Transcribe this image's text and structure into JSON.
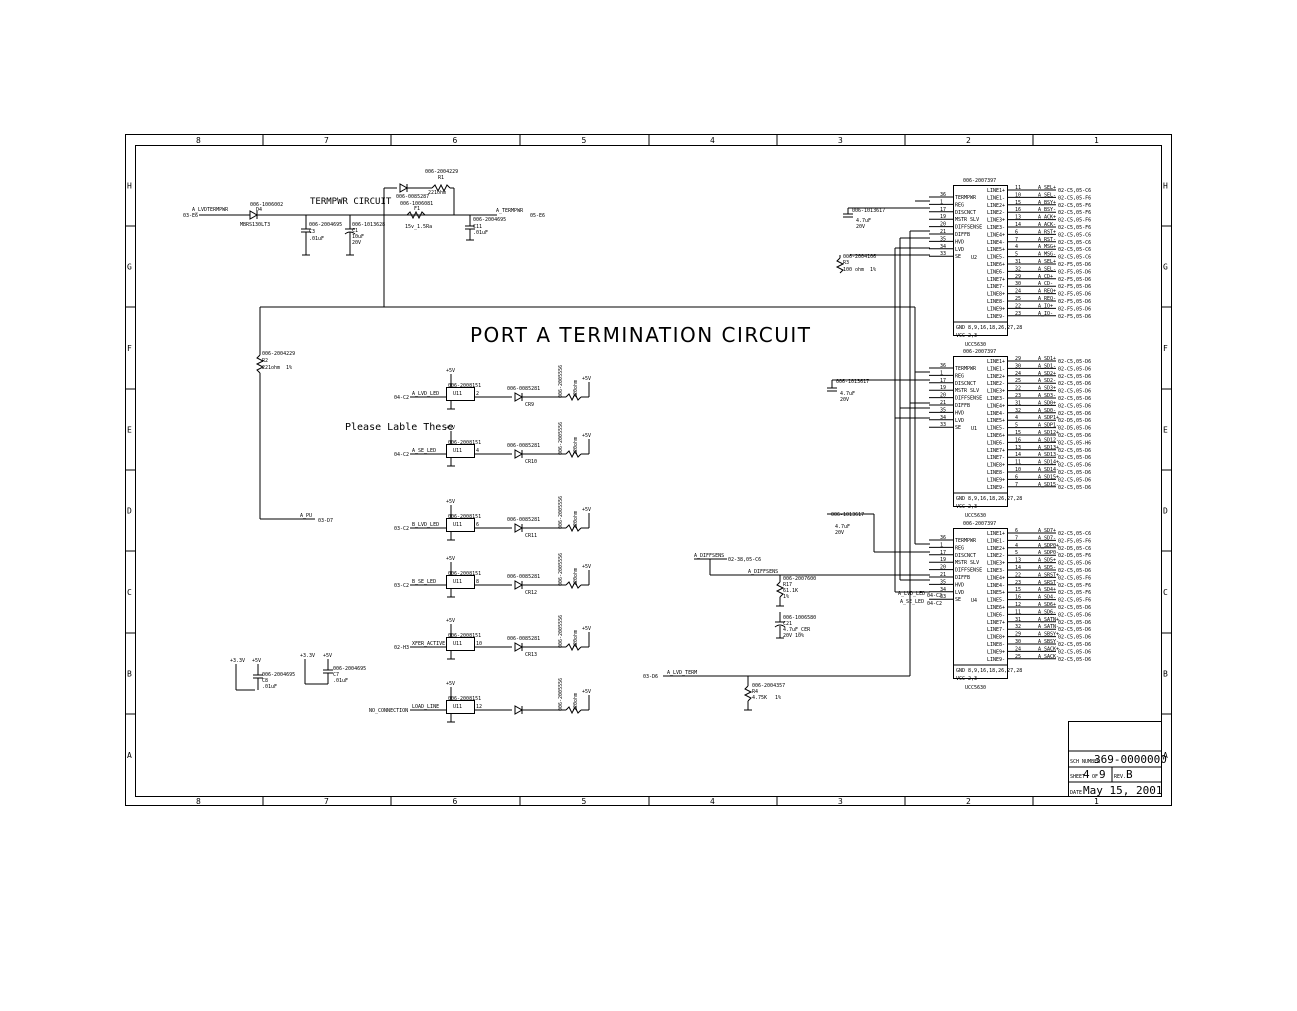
{
  "title": "PORT A TERMINATION CIRCUIT",
  "subtitle": "TERMPWR CIRCUIT",
  "note": "Please Lable These",
  "frame": {
    "columns": [
      "8",
      "7",
      "6",
      "5",
      "4",
      "3",
      "2",
      "1"
    ],
    "rows": [
      "H",
      "G",
      "F",
      "E",
      "D",
      "C",
      "B",
      "A"
    ]
  },
  "title_block": {
    "sch_label": "SCH NUMBER",
    "sch_number": "369-0000000",
    "sheet_label": "SHEET",
    "sheet": "4",
    "of_label": "OF",
    "of": "9",
    "rev_label": "REV.",
    "rev": "B",
    "date_label": "DATE",
    "date": "May 15, 2001"
  },
  "termpwr": {
    "net_in": "A_LVDTERMPWR",
    "net_in_ref": "03-E6",
    "diode_part": "006-1006002",
    "diode_ref": "D4",
    "diode_type": "MBRS130LT3",
    "cap1_part": "006-2004695",
    "cap1_ref": "C3",
    "cap1_val": ".01uF",
    "cap2_part": "006-1013628",
    "cap2_ref": "C1",
    "cap2_val": "10uF",
    "cap2_tol": "20V",
    "r_part": "006-2004229",
    "r_ref": "R1",
    "r_val": "221ohm",
    "q_part": "006-0085287",
    "fuse_part": "006-1006081",
    "fuse_ref": "F1",
    "fuse_val": "15v_1.5Ra",
    "cap3_part": "006-2004695",
    "cap3_ref": "C11",
    "cap3_val": ".01uF",
    "out_net": "A_TERMPWR",
    "out_ref": "05-E6"
  },
  "pullup": {
    "part": "006-2004229",
    "ref": "R2",
    "val": "221ohm",
    "tol": "1%",
    "net": "A_PU",
    "net_ref": "03-D7"
  },
  "led_drivers": [
    {
      "in_ref": "04-C2",
      "in_net": "A_LVD_LED",
      "u_part": "006-2008151",
      "u_ref": "U11",
      "pin": "2",
      "q_part": "006-0085281",
      "cr": "CR9",
      "r_part": "006-2005556",
      "r_ref": "R",
      "r_val": "220ohm"
    },
    {
      "in_ref": "04-C2",
      "in_net": "A_SE_LED",
      "u_part": "006-2008151",
      "u_ref": "U11",
      "pin": "4",
      "q_part": "006-0085281",
      "cr": "CR10",
      "r_part": "006-2005556",
      "r_ref": "R",
      "r_val": "220ohm"
    },
    {
      "in_ref": "03-C2",
      "in_net": "B_LVD_LED",
      "u_part": "006-2008151",
      "u_ref": "U11",
      "pin": "6",
      "q_part": "006-0085281",
      "cr": "CR11",
      "r_part": "006-2005556",
      "r_ref": "R",
      "r_val": "220ohm"
    },
    {
      "in_ref": "03-C2",
      "in_net": "B_SE_LED",
      "u_part": "006-2008151",
      "u_ref": "U11",
      "pin": "8",
      "q_part": "006-0085281",
      "cr": "CR12",
      "r_part": "006-2005556",
      "r_ref": "R",
      "r_val": "220ohm"
    },
    {
      "in_ref": "02-H3",
      "in_net": "XFER_ACTIVE",
      "u_part": "006-2008151",
      "u_ref": "U11",
      "pin": "10",
      "q_part": "006-0085281",
      "cr": "CR13",
      "r_part": "006-2005556",
      "r_ref": "R",
      "r_val": "220ohm"
    },
    {
      "in_ref": "",
      "in_net": "LOAD_LINE",
      "u_part": "006-2008151",
      "u_ref": "U11",
      "pin": "12",
      "q_part": "",
      "cr": "",
      "r_part": "006-2005556",
      "r_ref": "R",
      "r_val": "220ohm"
    }
  ],
  "misc": {
    "no_connection": "NO_CONNECTION",
    "plus5": "+5V",
    "plus33": "+3.3V",
    "decoup_part": "006-2004695",
    "decoup_ref": "C8",
    "decoup_val": ".01uF",
    "decoup2_ref": "C7",
    "diffsens": "A_DIFFSENS",
    "diffsens_ref": "02-38,05-C6",
    "r17_part": "006-2007600",
    "r17_ref": "R17",
    "r17_val": "61.1K",
    "r17_tol": "1%",
    "c21_part": "006-1006580",
    "c21_ref": "C21",
    "c21_val": "4.7uF_CER",
    "c21_v": "20V 10%",
    "lvd_term": "A_LVD_TERM",
    "lvd_term_ref": "03-D6",
    "r24_part": "006-2004357",
    "r24_ref": "R4",
    "r24_val": "4.75K",
    "r24_tol": "1%",
    "lvd_led": "A_LVD_LED",
    "se_led": "A_SE_LED",
    "led_ref": "04-C2",
    "r3_part": "006-2004106",
    "r3_ref": "R3",
    "r3_val": "100 ohm",
    "r3_tol": "1%",
    "cap_part": "006-1013617",
    "cap_val": "4.7uF",
    "cap_v": "20V"
  },
  "ics": [
    {
      "part": "006-2007397",
      "ref": "U2",
      "type": "UCC5630",
      "footer": "GND 8,9,16,18,26,27,28",
      "vcc": "VCC 2,3",
      "left_pins": [
        [
          "36",
          "TERMPWR"
        ],
        [
          "1",
          "REG"
        ],
        [
          "17",
          "DISCNCT"
        ],
        [
          "19",
          "MSTR SLV"
        ],
        [
          "20",
          "DIFFSENSE"
        ],
        [
          "21",
          "DIFFB"
        ],
        [
          "35",
          "HVD"
        ],
        [
          "34",
          "LVD"
        ],
        [
          "33",
          "SE"
        ]
      ],
      "right_pins": [
        [
          "11",
          "LINE1+",
          "A_SEL+",
          "02-C5,05-C6"
        ],
        [
          "10",
          "LINE1-",
          "A_SEL-",
          "02-C5,05-F6"
        ],
        [
          "15",
          "LINE2+",
          "A_BSY+",
          "02-C5,05-F6"
        ],
        [
          "16",
          "LINE2-",
          "A_BSY-",
          "02-C5,05-F6"
        ],
        [
          "13",
          "LINE3+",
          "A_ACK+",
          "02-C5,05-F6"
        ],
        [
          "14",
          "LINE3-",
          "A_ACK-",
          "02-C5,05-F6"
        ],
        [
          "6",
          "LINE4+",
          "A_RST+",
          "02-C5,05-C6"
        ],
        [
          "7",
          "LINE4-",
          "A_RST-",
          "02-C5,05-C6"
        ],
        [
          "4",
          "LINE5+",
          "A_MSG+",
          "02-C5,05-C6"
        ],
        [
          "5",
          "LINE5-",
          "A_MSG-",
          "02-C5,05-C6"
        ],
        [
          "31",
          "LINE6+",
          "A_SEL+",
          "02-F5,05-D6"
        ],
        [
          "32",
          "LINE6-",
          "A_SEL-",
          "02-F5,05-D6"
        ],
        [
          "29",
          "LINE7+",
          "A_CD+",
          "02-F5,05-D6"
        ],
        [
          "30",
          "LINE7-",
          "A_CD-",
          "02-F5,05-D6"
        ],
        [
          "24",
          "LINE8+",
          "A_REQ+",
          "02-F5,05-D6"
        ],
        [
          "25",
          "LINE8-",
          "A_REQ-",
          "02-F5,05-D6"
        ],
        [
          "22",
          "LINE9+",
          "A_IO+",
          "02-F5,05-D6"
        ],
        [
          "23",
          "LINE9-",
          "A_IO-",
          "02-F5,05-D6"
        ]
      ]
    },
    {
      "part": "006-2007397",
      "ref": "U1",
      "type": "UCC5630",
      "footer": "GND 8,9,16,18,26,27,28",
      "vcc": "VCC 2,3",
      "left_pins": [
        [
          "36",
          "TERMPWR"
        ],
        [
          "1",
          "REG"
        ],
        [
          "17",
          "DISCNCT"
        ],
        [
          "19",
          "MSTR SLV"
        ],
        [
          "20",
          "DIFFSENSE"
        ],
        [
          "21",
          "DIFFB"
        ],
        [
          "35",
          "HVD"
        ],
        [
          "34",
          "LVD"
        ],
        [
          "33",
          "SE"
        ]
      ],
      "right_pins": [
        [
          "29",
          "LINE1+",
          "A_SD1+",
          "02-C5,05-D6"
        ],
        [
          "30",
          "LINE1-",
          "A_SD1-",
          "02-C5,05-D6"
        ],
        [
          "24",
          "LINE2+",
          "A_SD2+",
          "02-C5,05-D6"
        ],
        [
          "25",
          "LINE2-",
          "A_SD2-",
          "02-C5,05-D6"
        ],
        [
          "22",
          "LINE3+",
          "A_SD3+",
          "02-C5,05-D6"
        ],
        [
          "23",
          "LINE3-",
          "A_SD3-",
          "02-C5,05-D6"
        ],
        [
          "31",
          "LINE4+",
          "A_SD0+",
          "02-C5,05-D6"
        ],
        [
          "32",
          "LINE4-",
          "A_SD0-",
          "02-C5,05-D6"
        ],
        [
          "4",
          "LINE5+",
          "A_SDP1+",
          "02-D5,05-D6"
        ],
        [
          "5",
          "LINE5-",
          "A_SDP1-",
          "02-D5,05-D6"
        ],
        [
          "15",
          "LINE6+",
          "A_SD12+",
          "02-C5,05-D6"
        ],
        [
          "16",
          "LINE6-",
          "A_SD12-",
          "02-C5,05-H6"
        ],
        [
          "13",
          "LINE7+",
          "A_SD13+",
          "02-C5,05-D6"
        ],
        [
          "14",
          "LINE7-",
          "A_SD13-",
          "02-C5,05-D6"
        ],
        [
          "11",
          "LINE8+",
          "A_SD14+",
          "02-C5,05-D6"
        ],
        [
          "10",
          "LINE8-",
          "A_SD14-",
          "02-C5,05-D6"
        ],
        [
          "6",
          "LINE9+",
          "A_SD15+",
          "02-C5,05-D6"
        ],
        [
          "7",
          "LINE9-",
          "A_SD15-",
          "02-C5,05-D6"
        ]
      ]
    },
    {
      "part": "006-2007397",
      "ref": "U4",
      "type": "UCC5630",
      "footer": "GND 8,9,16,18,26,27,28",
      "vcc": "VCC 2,3",
      "left_pins": [
        [
          "36",
          "TERMPWR"
        ],
        [
          "1",
          "REG"
        ],
        [
          "17",
          "DISCNCT"
        ],
        [
          "19",
          "MSTR SLV"
        ],
        [
          "20",
          "DIFFSENSE"
        ],
        [
          "21",
          "DIFFB"
        ],
        [
          "35",
          "HVD"
        ],
        [
          "34",
          "LVD"
        ],
        [
          "33",
          "SE"
        ]
      ],
      "right_pins": [
        [
          "6",
          "LINE1+",
          "A_SD7+",
          "02-C5,05-C6"
        ],
        [
          "7",
          "LINE1-",
          "A_SD7-",
          "02-F5,05-F6"
        ],
        [
          "4",
          "LINE2+",
          "A_SDP0+",
          "02-D5,05-C6"
        ],
        [
          "5",
          "LINE2-",
          "A_SDP0-",
          "02-D5,05-F6"
        ],
        [
          "13",
          "LINE3+",
          "A_SD5+",
          "02-C5,05-D6"
        ],
        [
          "14",
          "LINE3-",
          "A_SD5-",
          "02-C5,05-D6"
        ],
        [
          "22",
          "LINE4+",
          "A_SRST+",
          "02-C5,05-F6"
        ],
        [
          "23",
          "LINE4-",
          "A_SRST-",
          "02-C5,05-F6"
        ],
        [
          "15",
          "LINE5+",
          "A_SD4+",
          "02-C5,05-F6"
        ],
        [
          "16",
          "LINE5-",
          "A_SD4-",
          "02-C5,05-F6"
        ],
        [
          "12",
          "LINE6+",
          "A_SD6+",
          "02-C5,05-D6"
        ],
        [
          "11",
          "LINE6-",
          "A_SD6-",
          "02-C5,05-D6"
        ],
        [
          "31",
          "LINE7+",
          "A_SATN+",
          "02-C5,05-D6"
        ],
        [
          "32",
          "LINE7-",
          "A_SATN-",
          "02-C5,05-D6"
        ],
        [
          "29",
          "LINE8+",
          "A_SBSY+",
          "02-C5,05-D6"
        ],
        [
          "30",
          "LINE8-",
          "A_SBSY-",
          "02-C5,05-D6"
        ],
        [
          "24",
          "LINE9+",
          "A_SACK+",
          "02-C5,05-D6"
        ],
        [
          "25",
          "LINE9-",
          "A_SACK-",
          "02-C5,05-D6"
        ]
      ]
    }
  ]
}
